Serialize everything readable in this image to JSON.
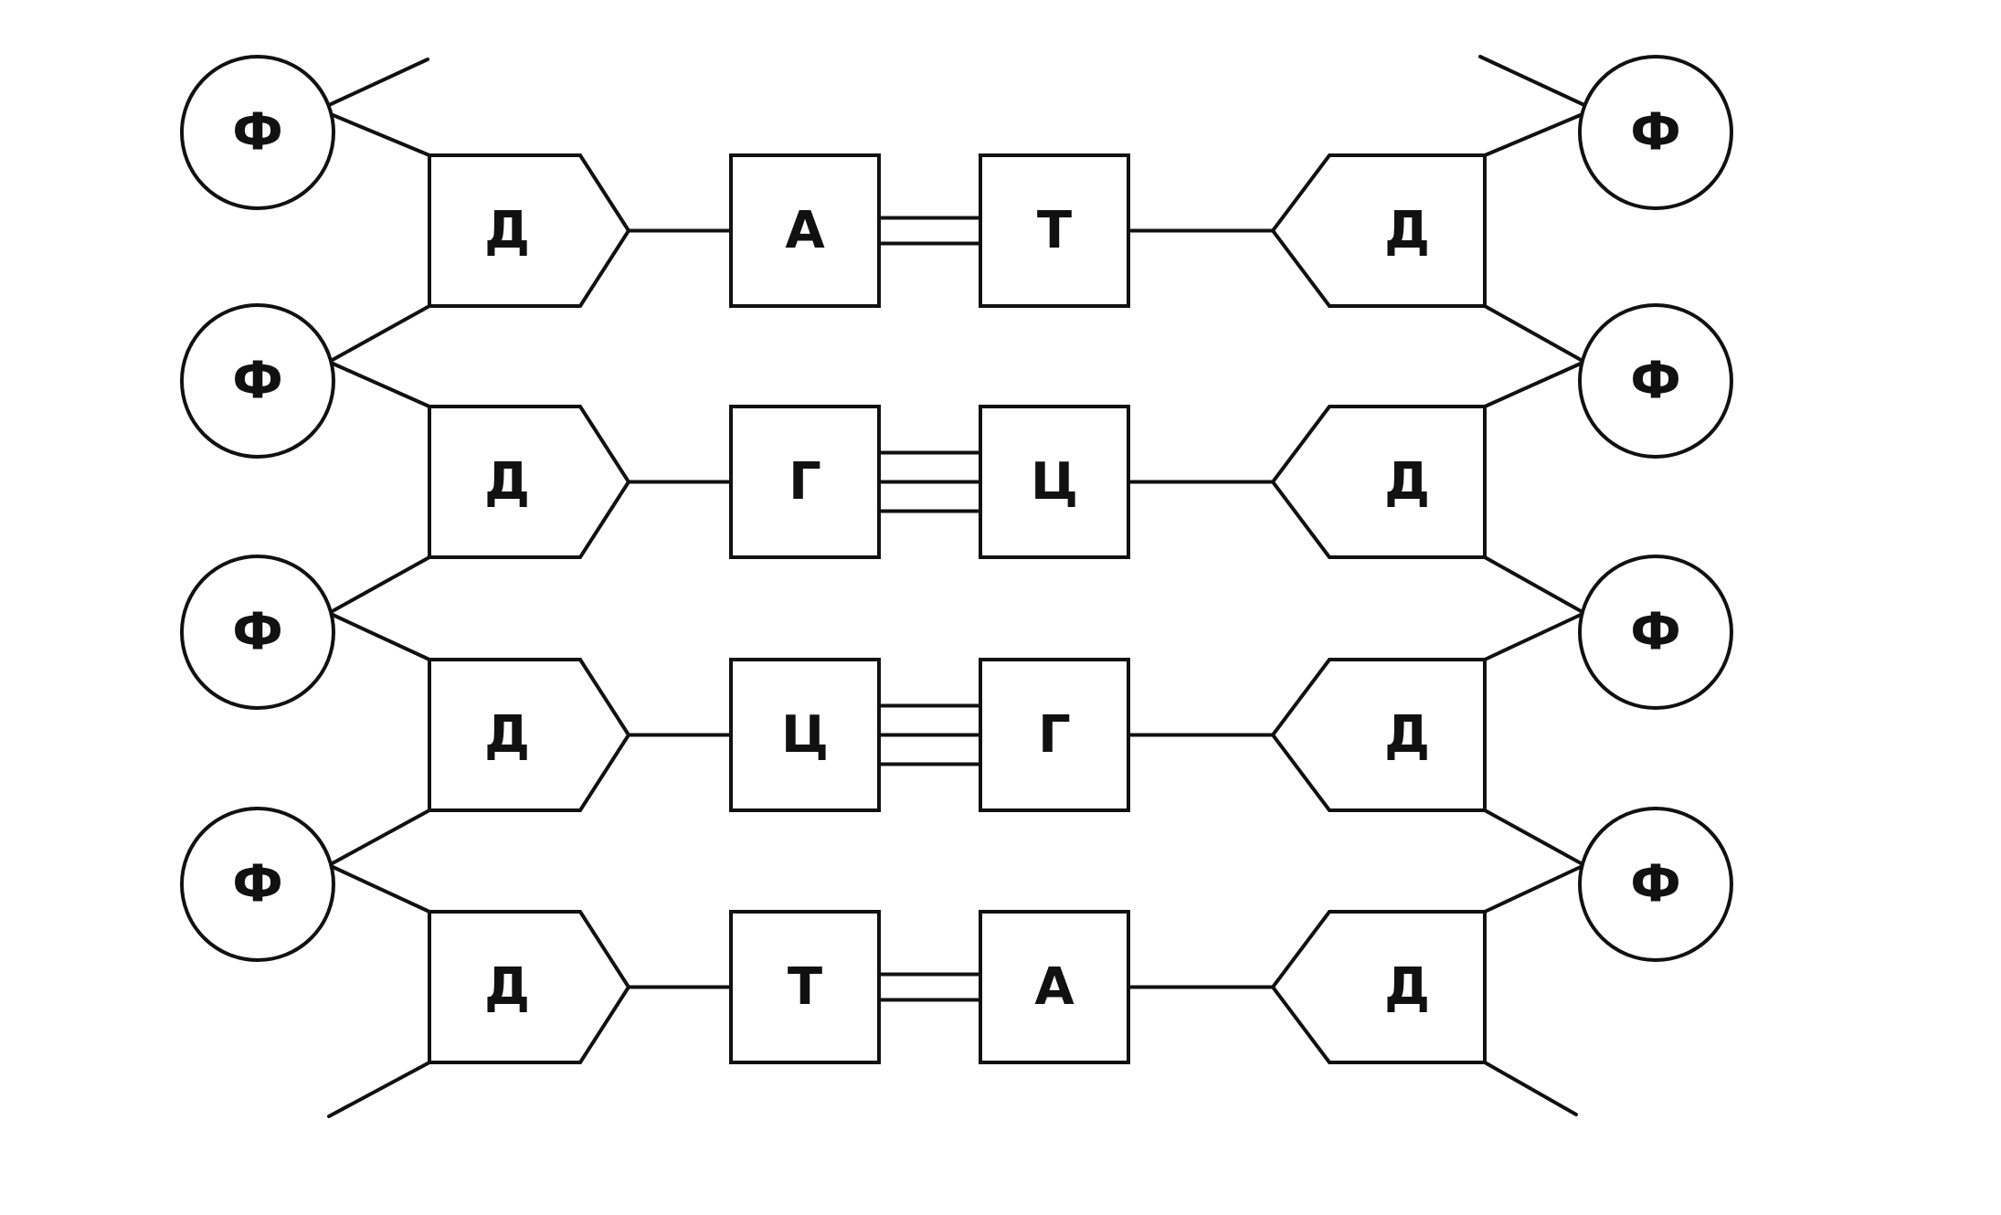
{
  "phosphate_label": "Ф",
  "sugar_label": "Д",
  "rows": [
    {
      "left_base": "А",
      "right_base": "Т",
      "hydrogen_bonds": 2
    },
    {
      "left_base": "Г",
      "right_base": "Ц",
      "hydrogen_bonds": 3
    },
    {
      "left_base": "Ц",
      "right_base": "Г",
      "hydrogen_bonds": 3
    },
    {
      "left_base": "Т",
      "right_base": "А",
      "hydrogen_bonds": 2
    }
  ]
}
